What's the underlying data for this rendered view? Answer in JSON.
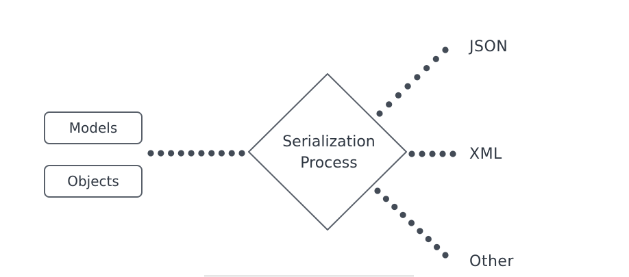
{
  "inputs": {
    "models_label": "Models",
    "objects_label": "Objects"
  },
  "process": {
    "line1": "Serialization",
    "line2": "Process"
  },
  "outputs": {
    "json_label": "JSON",
    "xml_label": "XML",
    "other_label": "Other"
  },
  "colors": {
    "stroke": "#59606a",
    "dot": "#434b56",
    "text": "#2f3742"
  }
}
